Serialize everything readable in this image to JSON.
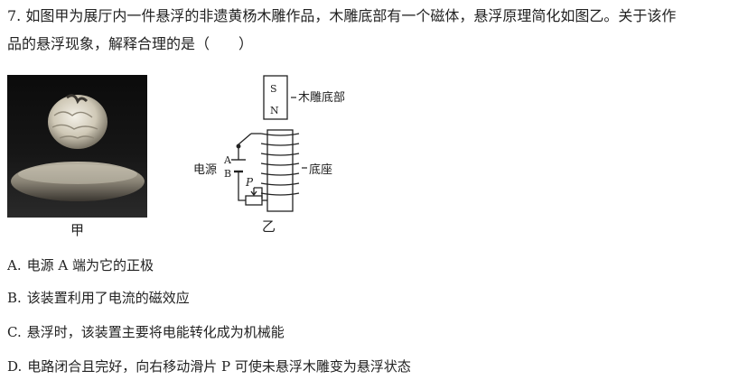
{
  "question": {
    "line1": "7. 如图甲为展厅内一件悬浮的非遗黄杨木雕作品，木雕底部有一个磁体，悬浮原理简化如图乙。关于该作",
    "line2": "品的悬浮现象，解释合理的是（　　）"
  },
  "figure_a": {
    "caption": "甲"
  },
  "figure_b": {
    "caption": "乙",
    "magnet_s": "S",
    "magnet_n": "N",
    "label_magnet": "木雕底部",
    "label_base": "底座",
    "label_power": "电源",
    "terminal_a": "A",
    "terminal_b": "B",
    "label_p": "P"
  },
  "options": [
    {
      "letter": "A.",
      "text": "电源 A 端为它的正极"
    },
    {
      "letter": "B.",
      "text": "该装置利用了电流的磁效应"
    },
    {
      "letter": "C.",
      "text": "悬浮时，该装置主要将电能转化成为机械能"
    },
    {
      "letter": "D.",
      "text": "电路闭合且完好，向右移动滑片 P 可使未悬浮木雕变为悬浮状态"
    }
  ]
}
